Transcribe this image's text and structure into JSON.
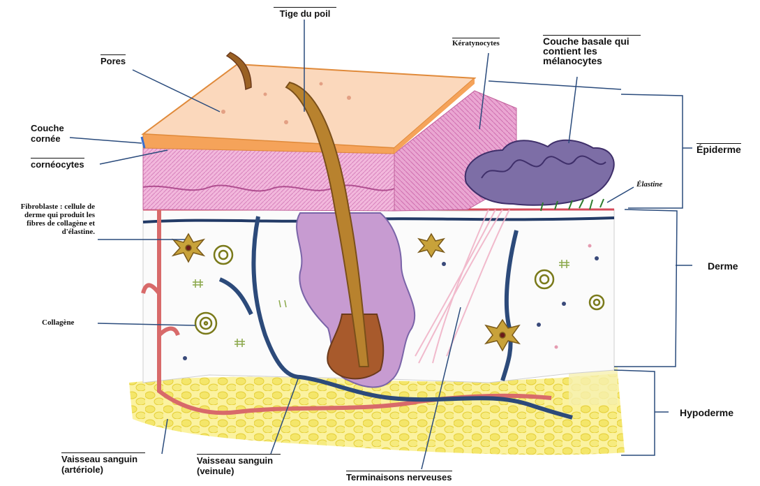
{
  "labels": {
    "tige_du_poil": "Tige du poil",
    "pores": "Pores",
    "keratinocytes": "Kératynocytes",
    "couche_basale": "Couche basale qui contient les mélanocytes",
    "couche_cornee": "Couche cornée",
    "corneocytes": "cornéocytes",
    "epiderme": "Épiderme",
    "elastine_right": "Élastine",
    "fibroblaste": "Fibroblaste : cellule de derme qui produit les fibres de collagène et d'élastine.",
    "derme": "Derme",
    "collagene": "Collagène",
    "hypoderme": "Hypoderme",
    "vaisseau_arteriole": "Vaisseau sanguin (artériole)",
    "vaisseau_veinule": "Vaisseau sanguin (veinule)",
    "terminaisons": "Terminaisons nerveuses"
  }
}
